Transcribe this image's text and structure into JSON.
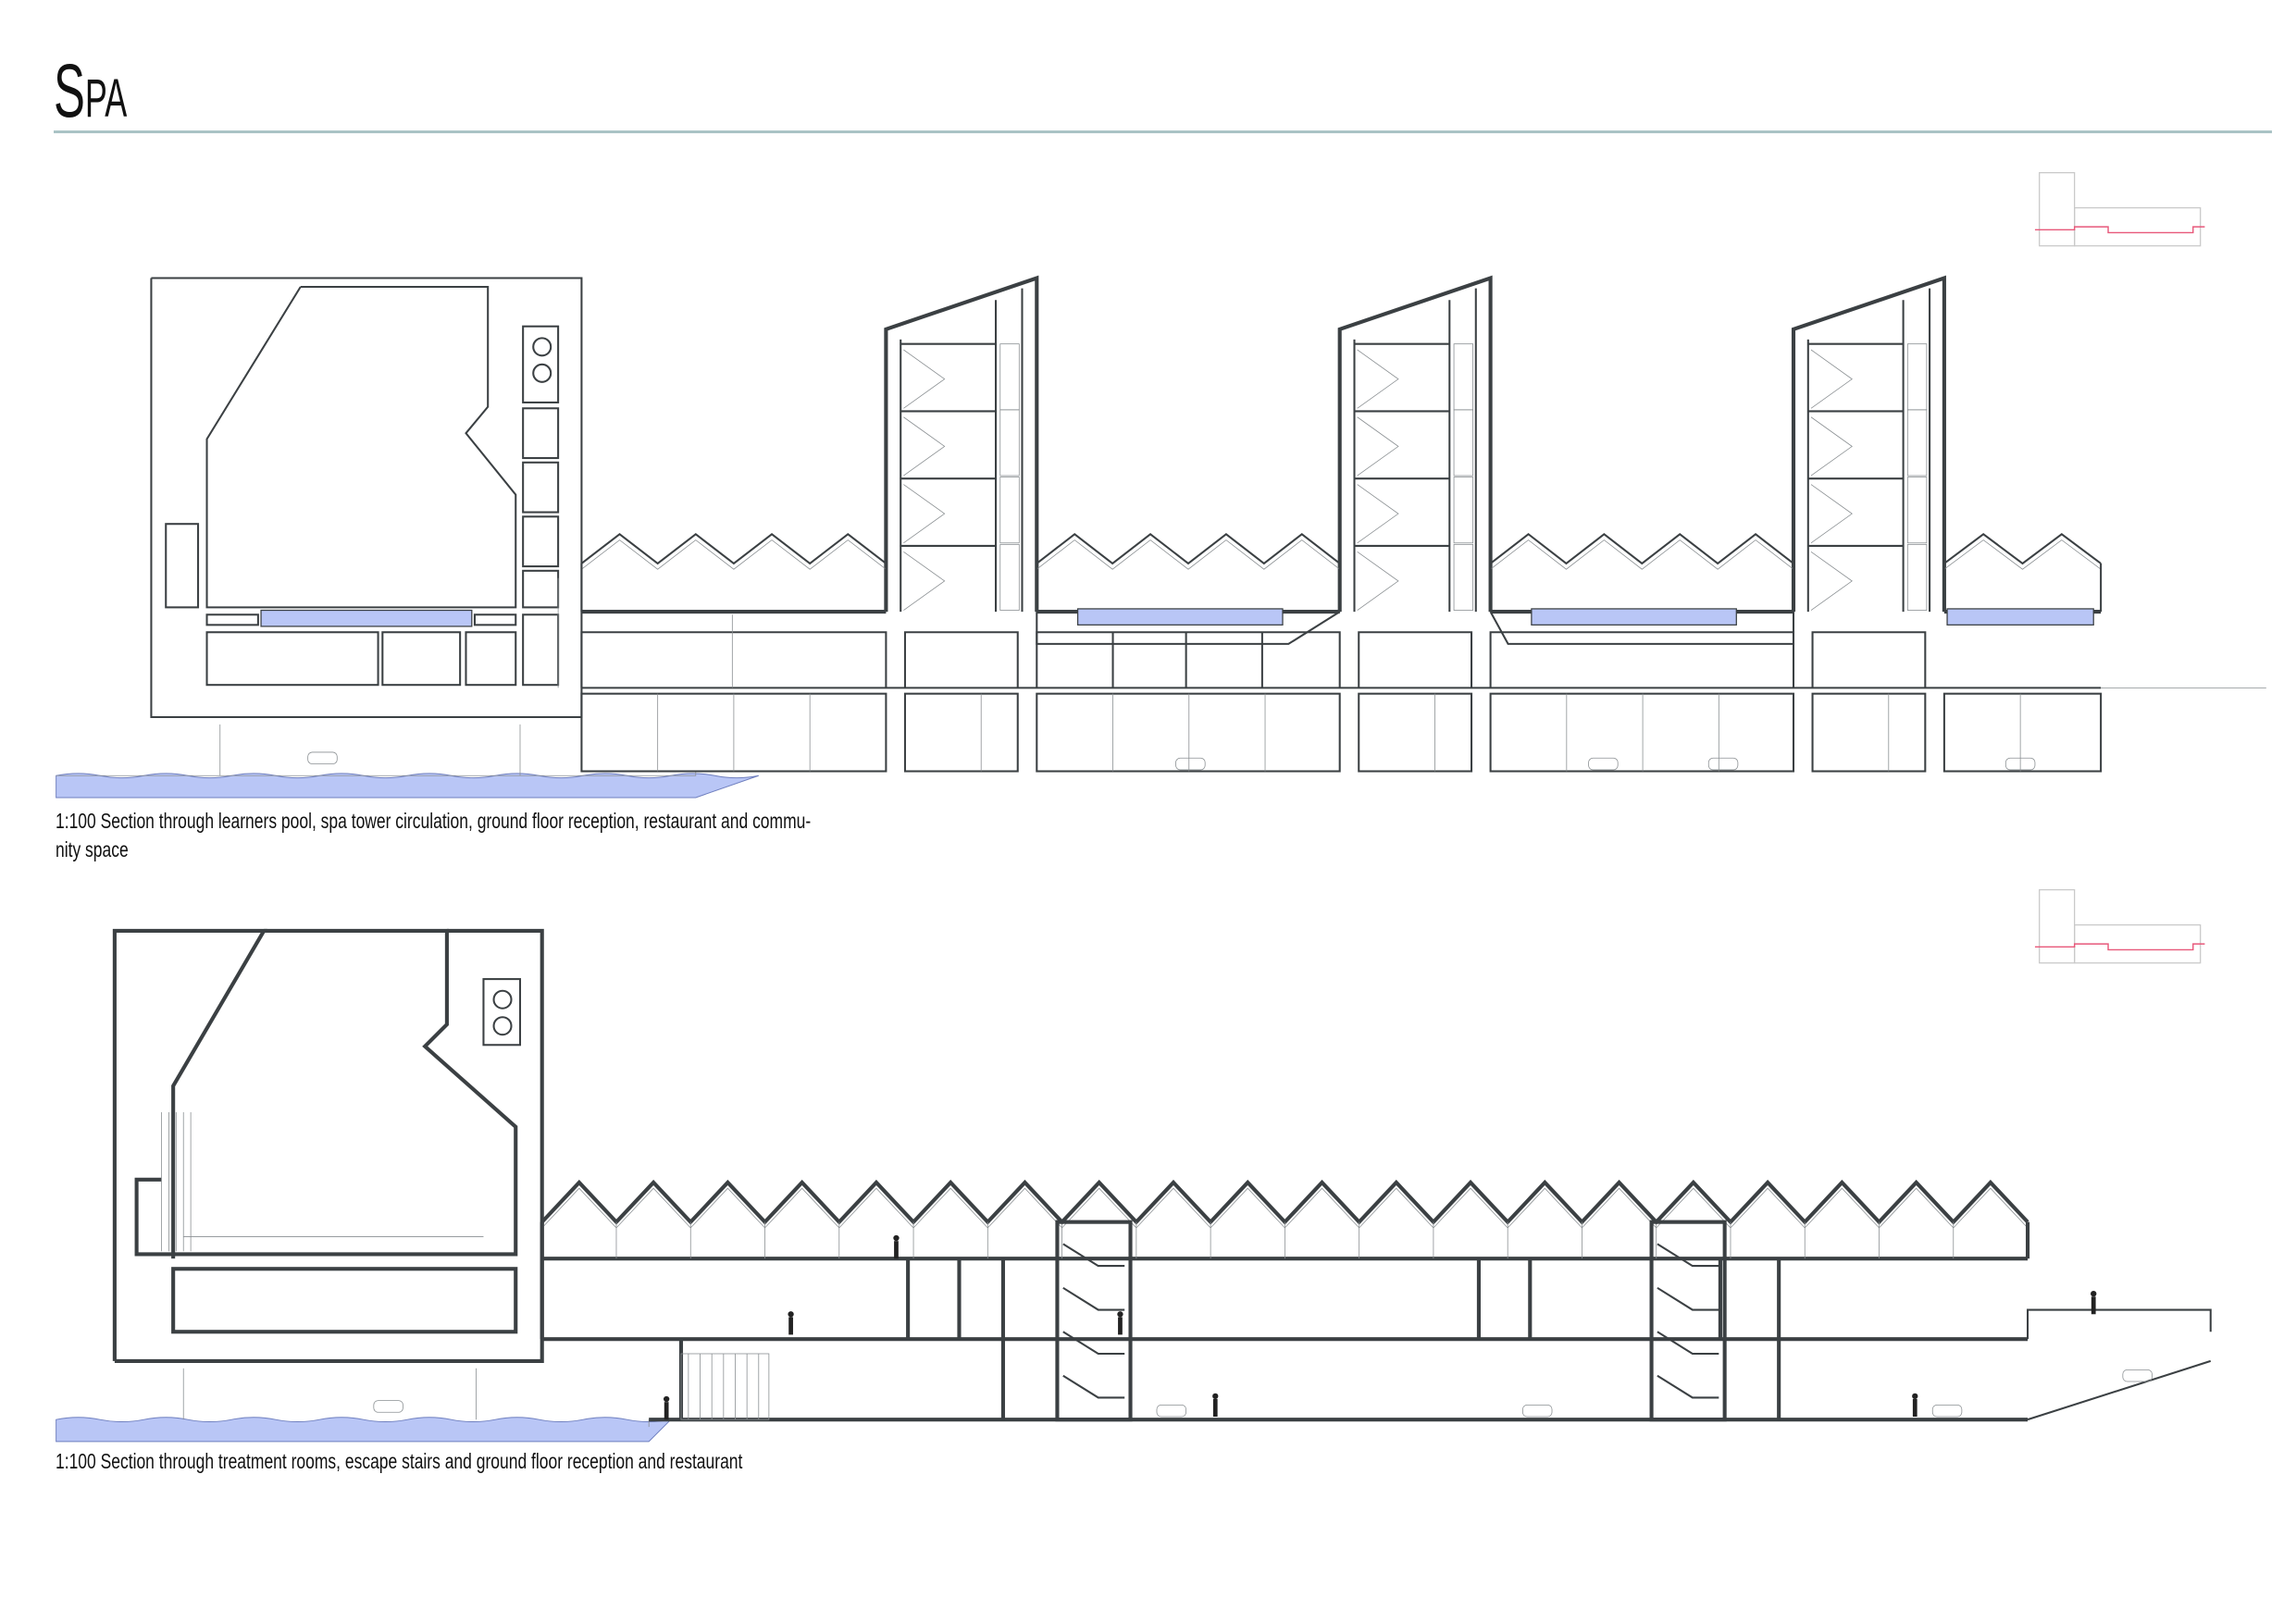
{
  "page": {
    "title_initial": "S",
    "title_rest": "PA"
  },
  "sections": [
    {
      "caption_line1": "1:100 Section through learners pool, spa tower circulation, ground floor reception, restaurant and commu-",
      "caption_line2": "nity space"
    },
    {
      "caption_line1": "1:100 Section through treatment rooms, escape stairs and ground floor reception and restaurant"
    }
  ],
  "colors": {
    "rule": "#aac3c5",
    "wall": "#3b4043",
    "thin_line": "#8a8f92",
    "water": "#b9c6f6",
    "key_plan_cut": "#e8587a",
    "key_plan_outline": "#c9c9c9"
  }
}
